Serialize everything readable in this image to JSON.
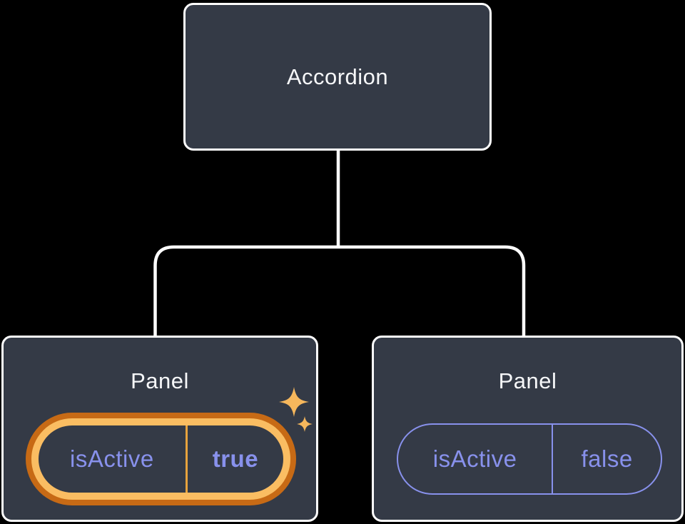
{
  "diagram": {
    "root": {
      "label": "Accordion"
    },
    "children": [
      {
        "label": "Panel",
        "prop_name": "isActive",
        "prop_value": "true",
        "highlighted": true,
        "has_sparkles": true
      },
      {
        "label": "Panel",
        "prop_name": "isActive",
        "prop_value": "false",
        "highlighted": false,
        "has_sparkles": false
      }
    ]
  },
  "icons": {
    "sparkles": "sparkle-stars-icon"
  },
  "colors": {
    "background": "#000000",
    "node_fill": "#343A46",
    "node_border": "#FFFFFF",
    "node_text": "#F6F7F9",
    "connector": "#FFFFFF",
    "prop_text": "#8891EC",
    "pill_border_inactive": "#8891EC",
    "highlight_outer": "#C76A15",
    "highlight_inner": "#FABD62",
    "highlight_divider": "#E8A33D",
    "sparkle": "#F6B75C"
  }
}
